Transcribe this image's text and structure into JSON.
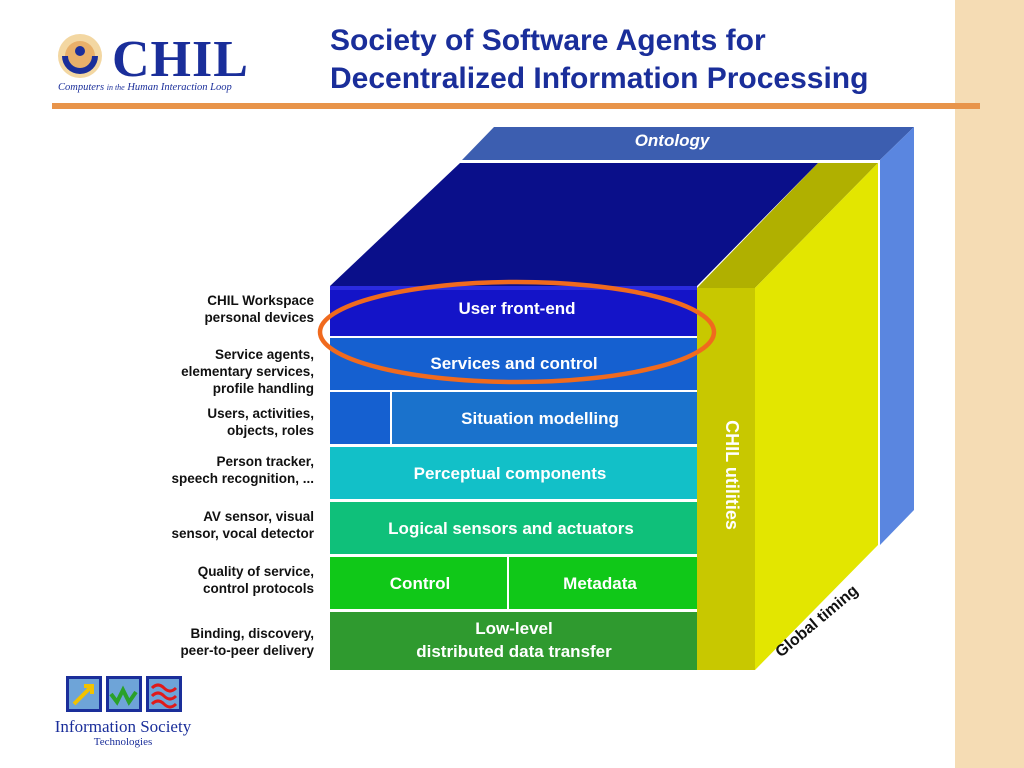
{
  "title": {
    "line1": "Society of Software Agents for",
    "line2": "Decentralized Information Processing"
  },
  "logo": {
    "wordmark": "CHIL",
    "tagline_a": "Computers",
    "tagline_b": "in the",
    "tagline_c": "Human Interaction Loop"
  },
  "ontology_label": "Ontology",
  "utilities_label": "CHIL utilities",
  "timing_label": "Global timing",
  "layers": {
    "user_frontend": "User front-end",
    "services_control": "Services and control",
    "situation_modelling": "Situation modelling",
    "perceptual_components": "Perceptual components",
    "logical_sensors": "Logical sensors and actuators",
    "control": "Control",
    "metadata": "Metadata",
    "lowlevel_line1": "Low-level",
    "lowlevel_line2": "distributed data transfer"
  },
  "side_labels": [
    {
      "line1": "CHIL Workspace",
      "line2": "personal devices",
      "line3": ""
    },
    {
      "line1": "Service agents,",
      "line2": "elementary services,",
      "line3": "profile handling"
    },
    {
      "line1": "Users, activities,",
      "line2": "objects, roles",
      "line3": ""
    },
    {
      "line1": "Person tracker,",
      "line2": "speech recognition, ...",
      "line3": ""
    },
    {
      "line1": "AV sensor, visual",
      "line2": "sensor, vocal detector",
      "line3": ""
    },
    {
      "line1": "Quality of service,",
      "line2": "control protocols",
      "line3": ""
    },
    {
      "line1": "Binding, discovery,",
      "line2": "peer-to-peer delivery",
      "line3": ""
    }
  ],
  "ist_logo": {
    "line1": "Information Society",
    "line2": "Technologies"
  },
  "colors": {
    "title_blue": "#1a2e9a",
    "accent_orange": "#e8944a",
    "sidebar_beige": "#f5dcb4",
    "highlight_ellipse": "#f06a1e",
    "ontology_blue": "#4f7fd8",
    "cube_top_navy": "#0a0f8a",
    "utilities_yellow": "#e3e600"
  }
}
